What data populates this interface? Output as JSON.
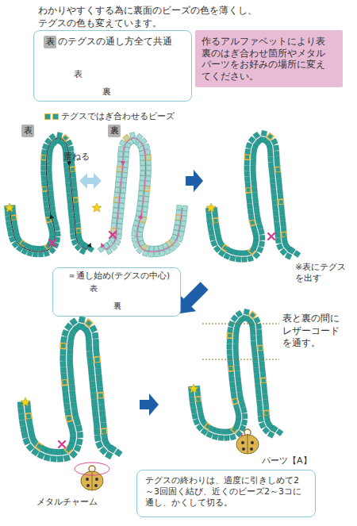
{
  "diagram": {
    "nodes": [
      {
        "text": [
          "のテグスの通し方全て共通",
          "表",
          "裏"
        ]
      },
      {
        "text": [
          "表"
        ],
        "in": 0
      },
      {
        "text": [
          "作るアルファベットにより表裏のはぎ合わせ箇所やメタルパーツをお好みの場所に変えてください。"
        ]
      },
      {
        "text": [
          "表"
        ]
      },
      {
        "text": [
          "裏"
        ]
      },
      {
        "text": [
          "＝通し始め(テグスの中心)",
          "表",
          "裏"
        ]
      },
      {
        "text": [
          "テグスの終わりは、適度に引きしめて2～3回固く結び、近くのビーズ2～3コに通し、かくして切る。"
        ]
      }
    ],
    "labels": [
      "わかりやすくする為に裏面のビーズの色を薄くし、テグスの色も変えています。",
      "重ねる",
      "※表にテグスを出す",
      "表と裏の間にレザーコードを通す。",
      "メタルチャーム",
      "パーツ【A】"
    ],
    "legend": [
      {
        "text": "テグスではぎ合わせるビーズ",
        "color": "#2a9d94"
      }
    ]
  }
}
